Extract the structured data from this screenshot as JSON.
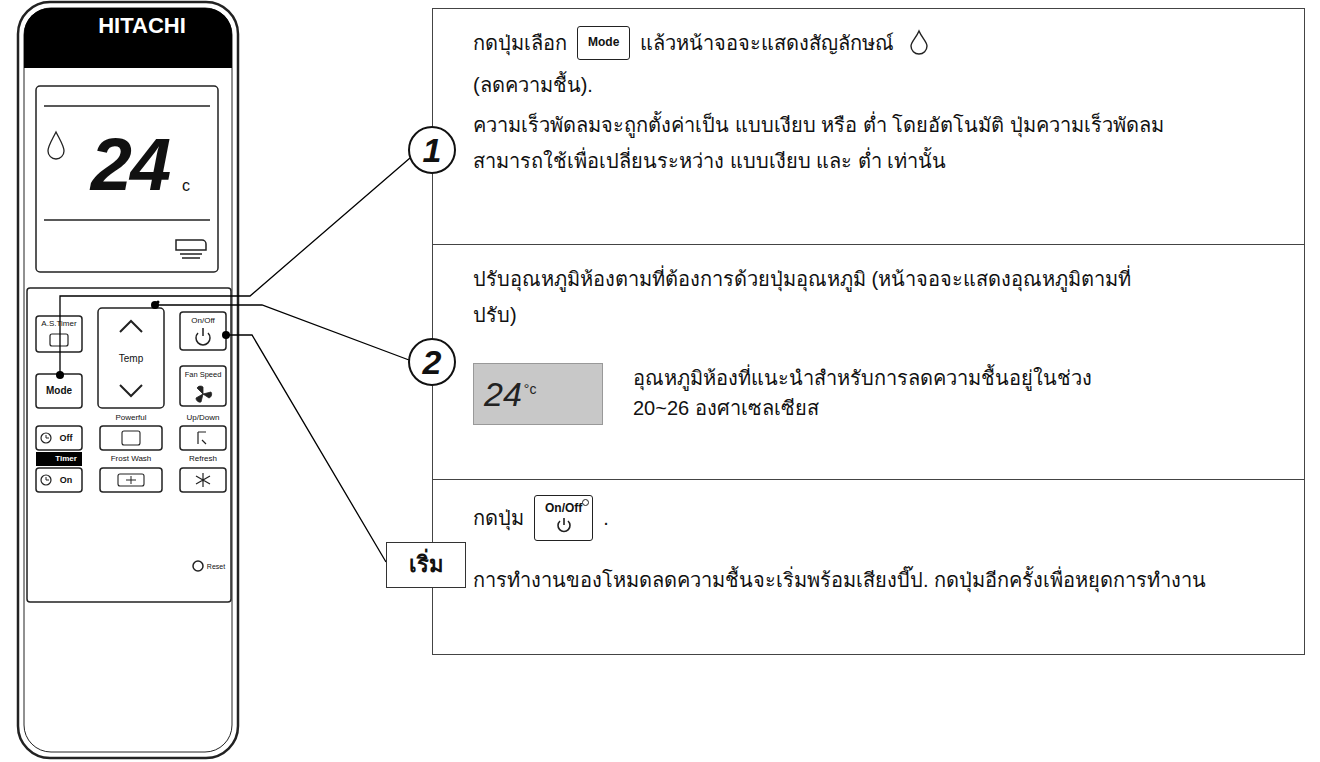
{
  "diagram": {
    "nodes": [
      {
        "text": [
          "1"
        ]
      },
      {
        "text": [
          "กดปุ่มเลือก",
          "แล้วหน้าจอจะแสดงสัญลักษณ์",
          "(ลดความชื้น).",
          "ความเร็วพัดลมจะถูกตั้งค่าเป็น แบบเงียบ หรือ ต่ำ โดยอัตโนมัติ ปุ่มความเร็วพัดลมสามารถใช้เพื่อเปลี่ยนระหว่าง แบบเงียบ และ ต่ำ เท่านั้น"
        ]
      },
      {
        "text": [
          "Mode"
        ],
        "in": 1
      },
      {
        "text": [
          "2"
        ]
      },
      {
        "text": [
          "ปรับอุณหภูมิห้องตามที่ต้องการด้วยปุ่มอุณหภูมิ (หน้าจอจะแสดงอุณหภูมิตามที่ปรับ)",
          "อุณหภูมิห้องที่แนะนำสำหรับการลดความชื้นอยู่ในช่วง 20~26 องศาเซลเซียส"
        ]
      },
      {
        "text": [
          "24",
          "°c"
        ],
        "in": 4
      },
      {
        "text": [
          "เริ่ม"
        ]
      },
      {
        "text": [
          "กดปุ่ม",
          ".",
          "การทำงานของโหมดลดความชื้นจะเริ่มพร้อมเสียงบี๊ป. กดปุ่มอีกครั้งเพื่อหยุดการทำงาน"
        ]
      },
      {
        "text": [
          "On/Off"
        ],
        "in": 7
      }
    ],
    "labels": [
      "HITACHI",
      "24",
      "c",
      "A.S.Timer",
      "Mode",
      "Temp",
      "On/Off",
      "Fan Speed",
      "Powerful",
      "Up/Down",
      "Off",
      "Timer",
      "Frost Wash",
      "Refresh",
      "On",
      "Reset"
    ]
  }
}
